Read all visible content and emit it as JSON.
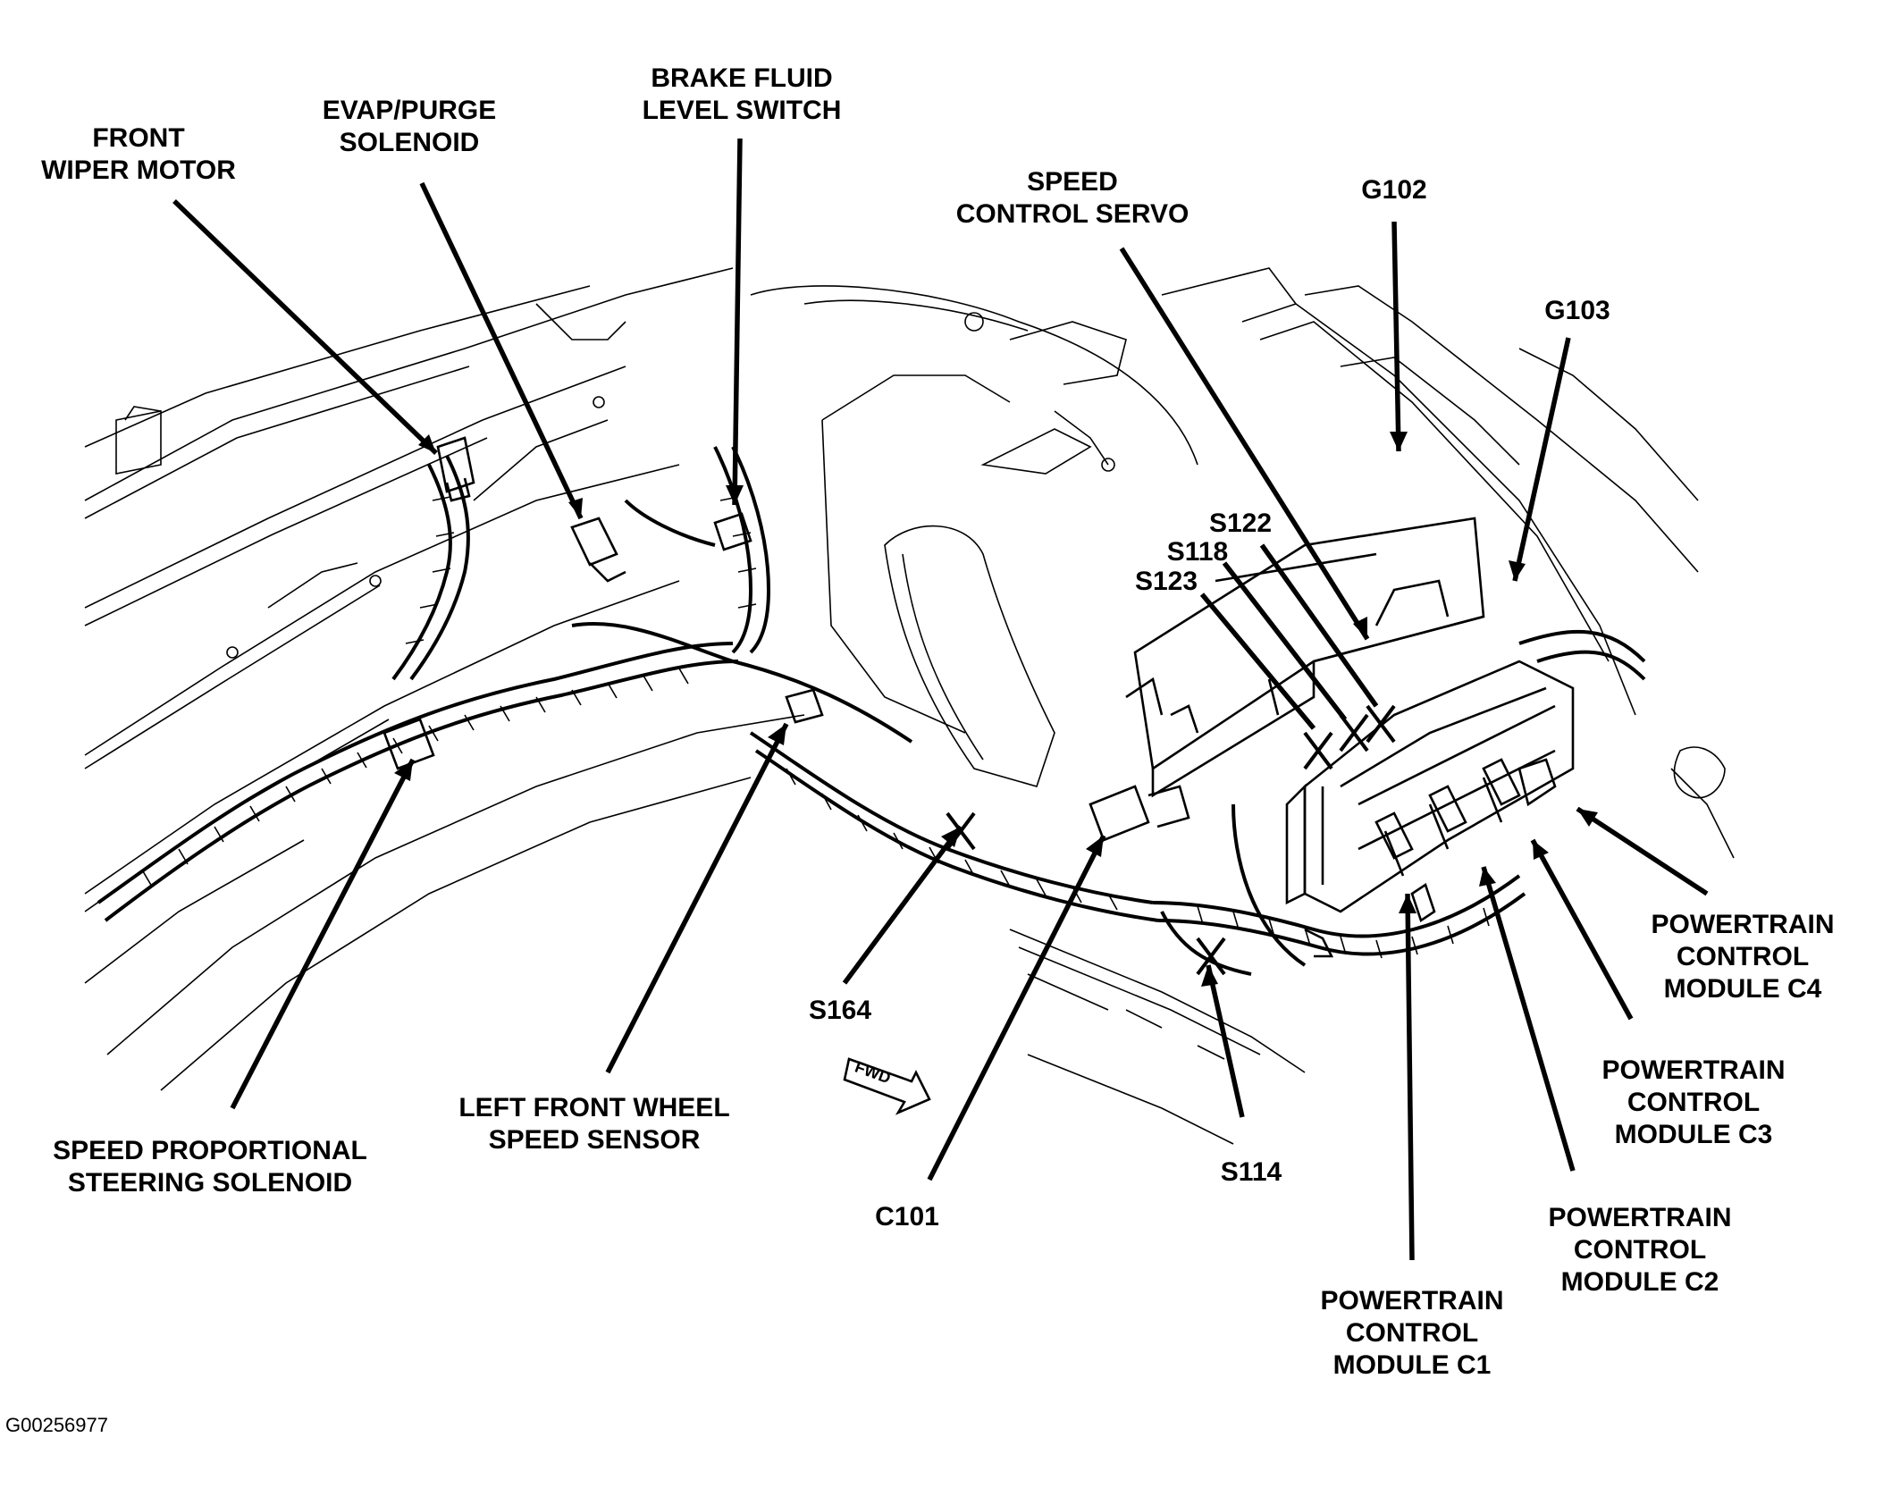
{
  "labels": {
    "front_wiper_motor": [
      "FRONT",
      "WIPER MOTOR"
    ],
    "evap_purge_solenoid": [
      "EVAP/PURGE",
      "SOLENOID"
    ],
    "brake_fluid_level_switch": [
      "BRAKE FLUID",
      "LEVEL SWITCH"
    ],
    "speed_control_servo": [
      "SPEED",
      "CONTROL SERVO"
    ],
    "g102": [
      "G102"
    ],
    "g103": [
      "G103"
    ],
    "s122": [
      "S122"
    ],
    "s118": [
      "S118"
    ],
    "s123": [
      "S123"
    ],
    "pcm_c4": [
      "POWERTRAIN",
      "CONTROL",
      "MODULE C4"
    ],
    "pcm_c3": [
      "POWERTRAIN",
      "CONTROL",
      "MODULE C3"
    ],
    "pcm_c2": [
      "POWERTRAIN",
      "CONTROL",
      "MODULE C2"
    ],
    "pcm_c1": [
      "POWERTRAIN",
      "CONTROL",
      "MODULE C1"
    ],
    "s114": [
      "S114"
    ],
    "c101": [
      "C101"
    ],
    "s164": [
      "S164"
    ],
    "left_front_wheel_speed_sensor": [
      "LEFT FRONT WHEEL",
      "SPEED SENSOR"
    ],
    "speed_proportional_steering_solenoid": [
      "SPEED PROPORTIONAL",
      "STEERING SOLENOID"
    ]
  },
  "direction_marker": "FWD",
  "figure_id": "G00256977"
}
